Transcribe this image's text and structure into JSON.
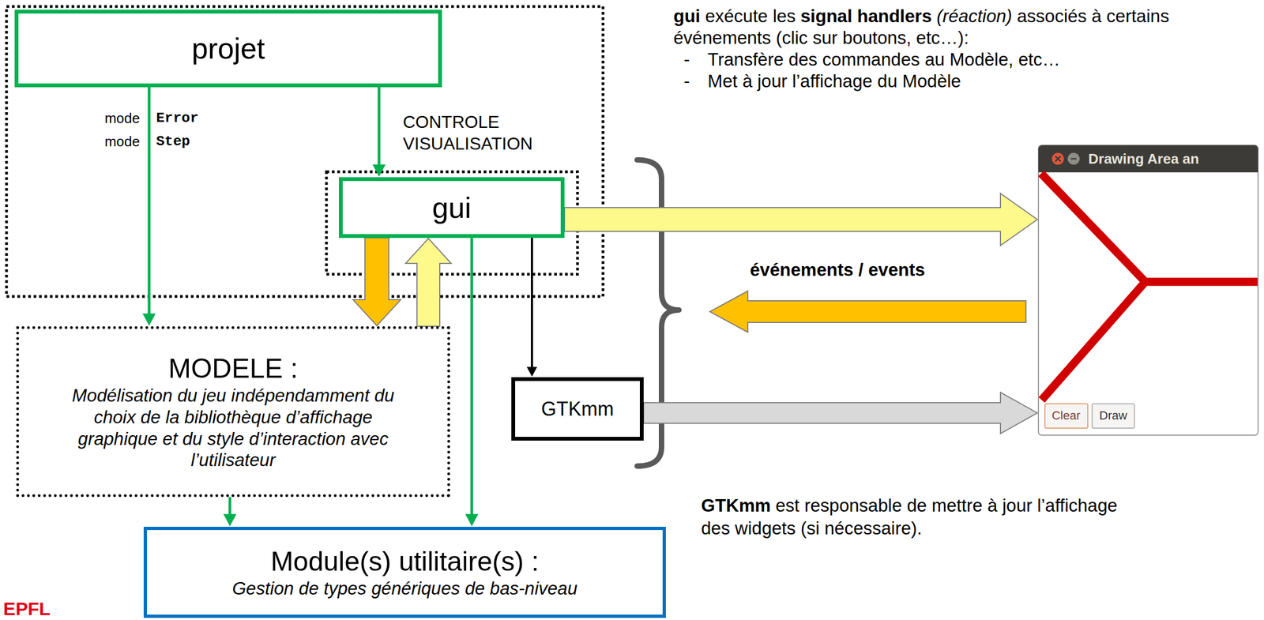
{
  "diagram": {
    "nodes": [
      {
        "text": [
          "projet"
        ]
      },
      {
        "text": [
          "gui"
        ]
      },
      {
        "text": [
          "MODELE :",
          "Modélisation du jeu indépendamment du choix de la bibliothèque d’affichage graphique et du style d’interaction avec l’utilisateur"
        ]
      },
      {
        "text": [
          "GTKmm"
        ]
      },
      {
        "text": [
          "Module(s) utilitaire(s) :",
          "Gestion de types génériques de bas-niveau"
        ]
      },
      {
        "text": [
          "Drawing Area an"
        ]
      },
      {
        "text": [
          "Clear"
        ],
        "in": 5
      },
      {
        "text": [
          "Draw"
        ],
        "in": 5
      }
    ],
    "edges": [
      {
        "from": 0,
        "to": 2,
        "arrow": "to"
      },
      {
        "from": 0,
        "to": 1,
        "arrow": "to"
      },
      {
        "from": 1,
        "to": 2,
        "arrow": "to"
      },
      {
        "from": 2,
        "to": 1,
        "arrow": "to"
      },
      {
        "from": 1,
        "to": 4,
        "arrow": "to"
      },
      {
        "from": 2,
        "to": 4,
        "arrow": "to"
      },
      {
        "from": 1,
        "to": 3,
        "arrow": "to"
      },
      {
        "from": 1,
        "to": 5,
        "arrow": "to"
      },
      {
        "from": 3,
        "to": 5,
        "arrow": "to"
      }
    ],
    "labels": [
      "mode",
      "Error",
      "mode",
      "Step",
      "CONTROLE VISUALISATION",
      "gui",
      "exécute les",
      "signal handlers",
      "(réaction)",
      "associés à certains événements (clic sur boutons, etc…):",
      "-",
      "Transfère des commandes au Modèle, etc…",
      "-",
      "Met à jour l’affichage du Modèle",
      "événements / events",
      "GTKmm",
      "est responsable de mettre à jour l’affichage des widgets (si nécessaire).",
      "EPFL"
    ]
  }
}
